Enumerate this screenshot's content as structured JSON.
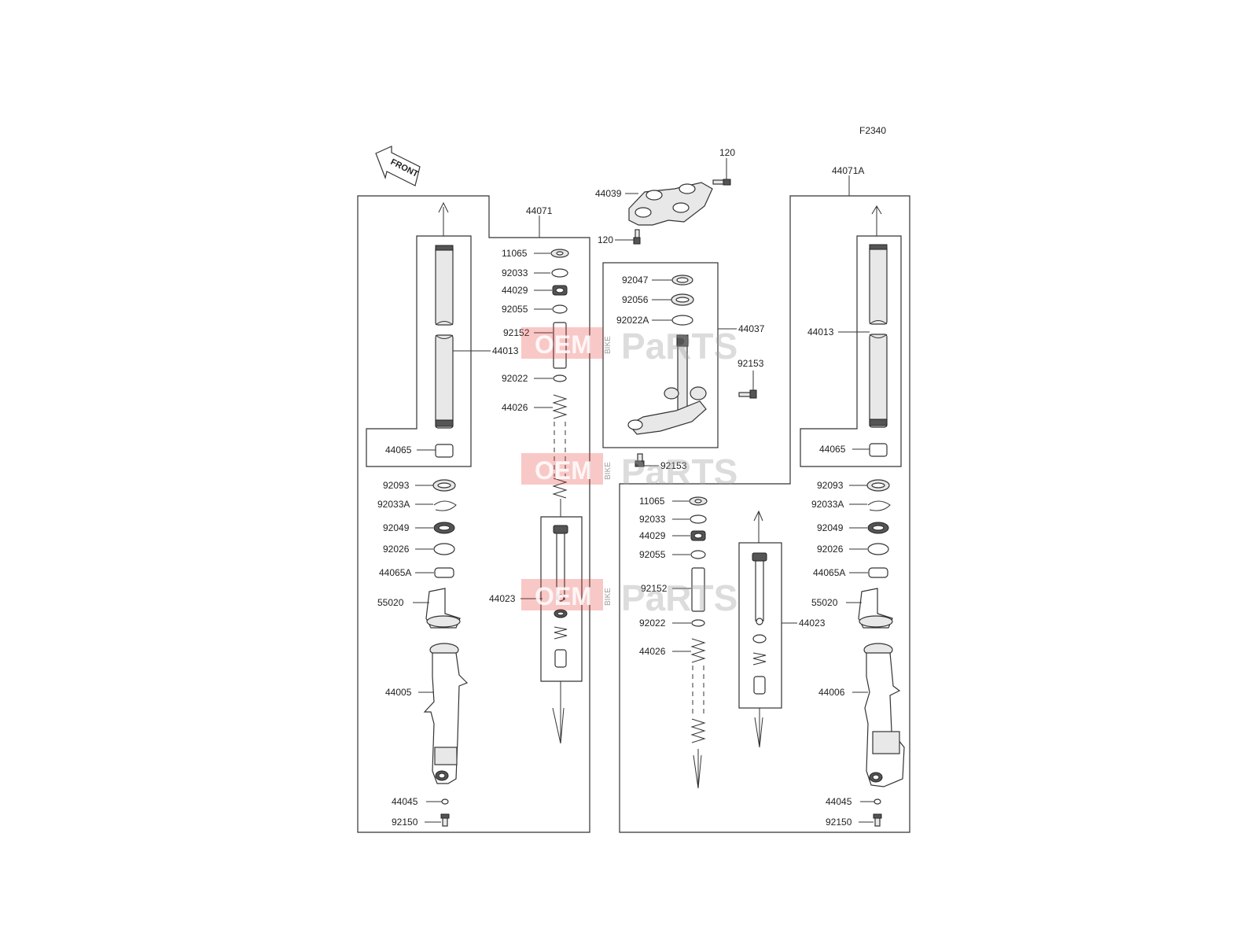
{
  "figure_code": "F2340",
  "front_label": "FRONT",
  "watermark": {
    "oem": "OEM",
    "bike": "BIKE",
    "parts": "PaRTS"
  },
  "labels": {
    "p120a": "120",
    "p120b": "120",
    "p44039": "44039",
    "p44071": "44071",
    "p44071A": "44071A",
    "p44037": "44037",
    "p92153a": "92153",
    "p92153b": "92153",
    "p92047": "92047",
    "p92056": "92056",
    "p92022A": "92022A",
    "L_11065": "11065",
    "L_92033": "92033",
    "L_44029": "44029",
    "L_92055": "92055",
    "L_92152": "92152",
    "L_92022": "92022",
    "L_44026": "44026",
    "L_44023": "44023",
    "L_44013": "44013",
    "L_44065": "44065",
    "L_92093": "92093",
    "L_92033A": "92033A",
    "L_92049": "92049",
    "L_92026": "92026",
    "L_44065A": "44065A",
    "L_55020": "55020",
    "L_44005": "44005",
    "L_44045": "44045",
    "L_92150": "92150",
    "R_11065": "11065",
    "R_92033": "92033",
    "R_44029": "44029",
    "R_92055": "92055",
    "R_92152": "92152",
    "R_92022": "92022",
    "R_44026": "44026",
    "R_44023": "44023",
    "R_44013": "44013",
    "R_44065": "44065",
    "R_92093": "92093",
    "R_92033A": "92033A",
    "R_92049": "92049",
    "R_92026": "92026",
    "R_44065A": "44065A",
    "R_55020": "55020",
    "R_44006": "44006",
    "R_44045": "44045",
    "R_92150": "92150"
  }
}
